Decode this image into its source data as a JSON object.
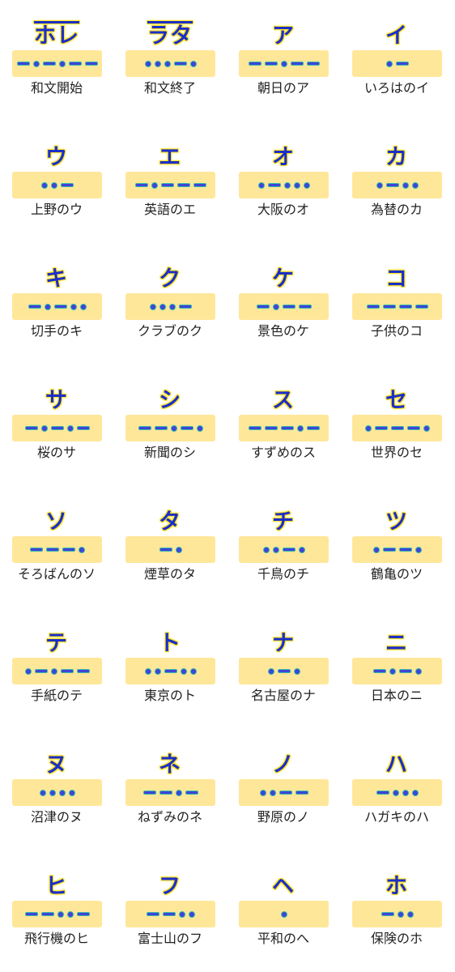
{
  "cells": [
    {
      "kana": "ホレ",
      "code": "-.-.--",
      "label": "和文開始",
      "overline": true
    },
    {
      "kana": "ラタ",
      "code": "...-.",
      "label": "和文終了",
      "overline": true
    },
    {
      "kana": "ア",
      "code": "--.--",
      "label": "朝日のア"
    },
    {
      "kana": "イ",
      "code": ".-",
      "label": "いろはのイ"
    },
    {
      "kana": "ウ",
      "code": "..-",
      "label": "上野のウ"
    },
    {
      "kana": "エ",
      "code": "-.---",
      "label": "英語のエ"
    },
    {
      "kana": "オ",
      "code": ".-...",
      "label": "大阪のオ"
    },
    {
      "kana": "カ",
      "code": ".-..",
      "label": "為替のカ"
    },
    {
      "kana": "キ",
      "code": "-.-..",
      "label": "切手のキ"
    },
    {
      "kana": "ク",
      "code": "...-",
      "label": "クラブのク"
    },
    {
      "kana": "ケ",
      "code": "-.--",
      "label": "景色のケ"
    },
    {
      "kana": "コ",
      "code": "----",
      "label": "子供のコ"
    },
    {
      "kana": "サ",
      "code": "-.-.-",
      "label": "桜のサ"
    },
    {
      "kana": "シ",
      "code": "--.-.",
      "label": "新聞のシ"
    },
    {
      "kana": "ス",
      "code": "---.-",
      "label": "すずめのス"
    },
    {
      "kana": "セ",
      "code": ".---.",
      "label": "世界のセ"
    },
    {
      "kana": "ソ",
      "code": "---.",
      "label": "そろばんのソ"
    },
    {
      "kana": "タ",
      "code": "-.",
      "label": "煙草のタ"
    },
    {
      "kana": "チ",
      "code": "..-.",
      "label": "千鳥のチ"
    },
    {
      "kana": "ツ",
      "code": ".--.",
      "label": "鶴亀のツ"
    },
    {
      "kana": "テ",
      "code": ".-.--",
      "label": "手紙のテ"
    },
    {
      "kana": "ト",
      "code": "..-..",
      "label": "東京のト"
    },
    {
      "kana": "ナ",
      "code": ".-.",
      "label": "名古屋のナ"
    },
    {
      "kana": "ニ",
      "code": "-.-.",
      "label": "日本のニ"
    },
    {
      "kana": "ヌ",
      "code": "....",
      "label": "沼津のヌ"
    },
    {
      "kana": "ネ",
      "code": "--.-",
      "label": "ねずみのネ"
    },
    {
      "kana": "ノ",
      "code": "..--",
      "label": "野原のノ"
    },
    {
      "kana": "ハ",
      "code": "-...",
      "label": "ハガキのハ"
    },
    {
      "kana": "ヒ",
      "code": "--..-",
      "label": "飛行機のヒ"
    },
    {
      "kana": "フ",
      "code": "--..",
      "label": "富士山のフ"
    },
    {
      "kana": "ヘ",
      "code": ".",
      "label": "平和のへ"
    },
    {
      "kana": "ホ",
      "code": "-..",
      "label": "保険のホ"
    }
  ]
}
